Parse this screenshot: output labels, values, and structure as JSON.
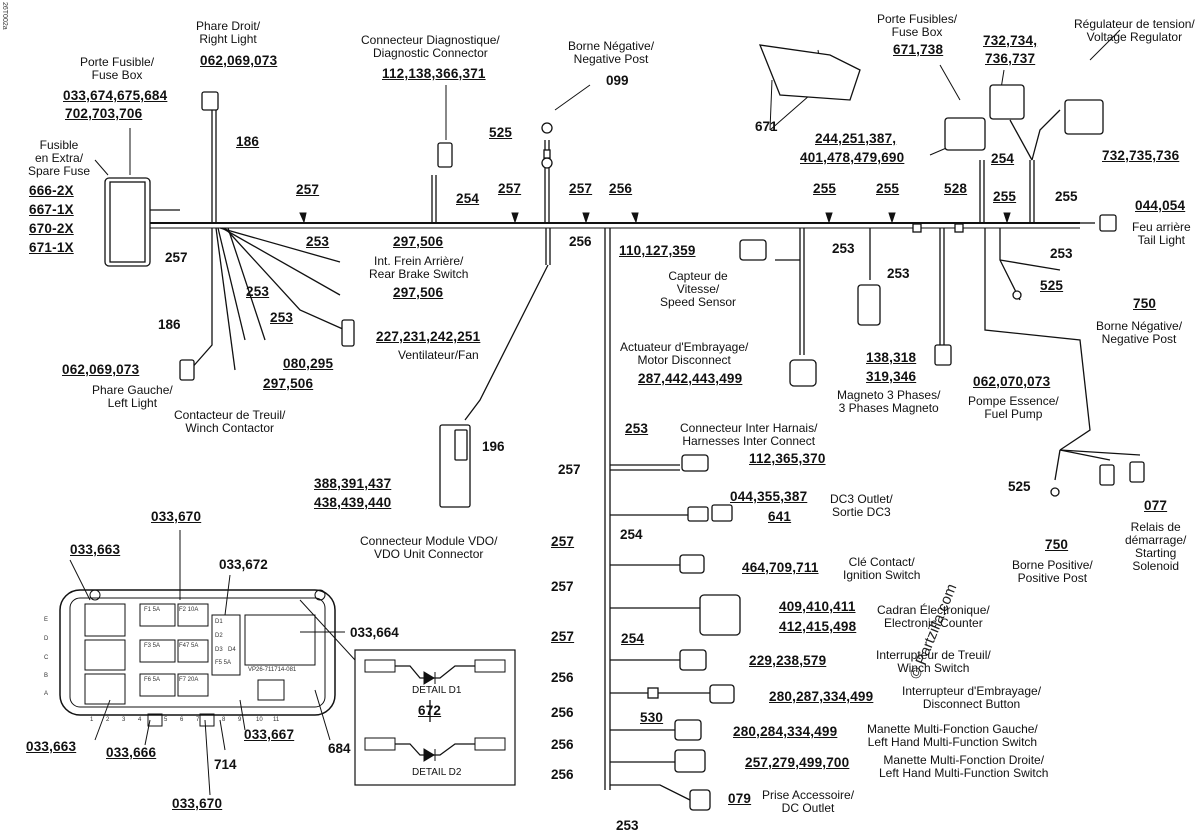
{
  "doc_code": "26T002a",
  "watermark": "© Partzilla.com",
  "title_labels": {
    "phare_droit": [
      "Phare Droit/",
      "Right Light"
    ],
    "porte_fusible": [
      "Porte Fusible/",
      "Fuse Box"
    ],
    "fusible_extra": [
      "Fusible",
      "en Extra/",
      "Spare Fuse"
    ],
    "connecteur_diag": [
      "Connecteur Diagnostique/",
      "Diagnostic Connector"
    ],
    "borne_neg_top": [
      "Borne Négative/",
      "Negative Post"
    ],
    "porte_fusibles_right": [
      "Porte Fusibles/",
      "Fuse Box"
    ],
    "regulateur": [
      "Régulateur de tension/",
      "Voltage Regulator"
    ],
    "feu_arriere": [
      "Feu arrière",
      "Tail Light"
    ],
    "borne_neg_right": [
      "Borne Négative/",
      "Negative Post"
    ],
    "int_frein": [
      "Int. Frein Arrière/",
      "Rear Brake Switch"
    ],
    "ventilateur": "Ventilateur/Fan",
    "phare_gauche": [
      "Phare Gauche/",
      "Left Light"
    ],
    "contacteur_treuil": [
      "Contacteur de Treuil/",
      "Winch Contactor"
    ],
    "capteur_vitesse": [
      "Capteur de",
      "Vitesse/",
      "Speed Sensor"
    ],
    "actuateur": [
      "Actuateur d'Embrayage/",
      "Motor Disconnect"
    ],
    "magneto": [
      "Magneto 3 Phases/",
      "3 Phases Magneto"
    ],
    "pompe": [
      "Pompe Essence/",
      "Fuel Pump"
    ],
    "connecteur_vdo": [
      "Connecteur Module VDO/",
      "VDO Unit Connector"
    ],
    "inter_harnais": [
      "Connecteur Inter Harnais/",
      "Harnesses Inter Connect"
    ],
    "dc3": [
      "DC3 Outlet/",
      "Sortie DC3"
    ],
    "cle_contact": [
      "Clé Contact/",
      "Ignition Switch"
    ],
    "cadran": [
      "Cadran Électronique/",
      "Electronic Counter"
    ],
    "inter_treuil": [
      "Interrupteur de Treuil/",
      "Winch Switch"
    ],
    "inter_embrayage": [
      "Interrupteur d'Embrayage/",
      "Disconnect Button"
    ],
    "manette_gauche": [
      "Manette Multi-Fonction Gauche/",
      "Left Hand Multi-Function Switch"
    ],
    "manette_droite": [
      "Manette Multi-Fonction Droite/",
      "Left Hand Multi-Function Switch"
    ],
    "prise_acc": [
      "Prise Accessoire/",
      "DC Outlet"
    ],
    "borne_pos": [
      "Borne Positive/",
      "Positive Post"
    ],
    "relais": [
      "Relais de",
      "démarrage/",
      "Starting",
      "Solenoid"
    ],
    "detail_d1": "DETAIL D1",
    "detail_d2": "DETAIL D2"
  },
  "part_numbers": {
    "phare_droit": "062,069,073",
    "porte_fusible": [
      "033,674,675,684",
      "702,703,706"
    ],
    "spare_fuse": [
      "666-2X",
      "667-1X",
      "670-2X",
      "671-1X"
    ],
    "connecteur_diag": "112,138,366,371",
    "borne_neg_top": "099",
    "porte_fusibles_right": "671,738",
    "regulateur_a": [
      "732,734,",
      "736,737"
    ],
    "regulateur_b": "732,735,736",
    "fusebox_bracket": "671",
    "relay_group": [
      "244,251,387,",
      "401,478,479,690"
    ],
    "feu_arriere": "044,054",
    "borne_neg_right": "750",
    "frein_1": "297,506",
    "frein_2": "297,506",
    "ventilateur": "227,231,242,251",
    "contact_sub": "080,295",
    "contact_main": "297,506",
    "phare_gauche": "062,069,073",
    "capteur_vitesse": "110,127,359",
    "actuateur": "287,442,443,499",
    "magneto": [
      "138,318",
      "319,346"
    ],
    "pompe": "062,070,073",
    "vdo": [
      "388,391,437",
      "438,439,440"
    ],
    "vdo_ref": "196",
    "inter_harnais": "112,365,370",
    "dc3_a": "044,355,387",
    "dc3_b": "641",
    "cle_contact": "464,709,711",
    "cadran": [
      "409,410,411",
      "412,415,498"
    ],
    "inter_treuil": "229,238,579",
    "inter_embrayage": "280,287,334,499",
    "manette_gauche": "280,284,334,499",
    "manette_droite": "257,279,499,700",
    "prise_acc": "079",
    "borne_pos": "750",
    "relais": "077",
    "relais_525": "525",
    "detail_672": "672",
    "fusebox_033670_top": "033,670",
    "fusebox_033663_top": "033,663",
    "fusebox_033672": "033,672",
    "fusebox_033664": "033,664",
    "fusebox_033663_bot": "033,663",
    "fusebox_033666": "033,666",
    "fusebox_033667": "033,667",
    "fusebox_714": "714",
    "fusebox_684": "684",
    "fusebox_033670_bot": "033,670"
  },
  "wire_numbers": {
    "w186_top": "186",
    "w257_main": "257",
    "w254_diag": "254",
    "w257_a": "257",
    "w257_b": "257",
    "w256_a": "256",
    "w255_a": "255",
    "w255_b": "255",
    "w528": "528",
    "w254_r": "254",
    "w255_c": "255",
    "w255_d": "255",
    "w253_r": "253",
    "w525_top": "525",
    "w525_r": "525",
    "w257_left": "257",
    "w253_a": "253",
    "w253_b": "253",
    "w253_c": "253",
    "w186_left": "186",
    "w256_b": "256",
    "w253_cap": "253",
    "w253_mag": "253",
    "w253_ih": "253",
    "w257_ih": "257",
    "w254_cle": "254",
    "w254_cad": "254",
    "w257_l1": "257",
    "w257_l2": "257",
    "w257_l3": "257",
    "w256_l1": "256",
    "w256_l2": "256",
    "w256_l3": "256",
    "w256_l4": "256",
    "w530": "530",
    "w253_bottom": "253",
    "w525_bl": "525"
  },
  "fuse_box_detail": {
    "fuses": [
      "F1 5A",
      "F3 5A",
      "F47 5A",
      "F6 5A",
      "F5 5A",
      "F7 20A",
      "F2 10A"
    ],
    "columns": [
      "1",
      "2",
      "3",
      "4",
      "5",
      "6",
      "7",
      "8",
      "9",
      "10",
      "11"
    ],
    "rows": [
      "E",
      "D",
      "C",
      "B",
      "A"
    ],
    "relay_labels": [
      "D1",
      "D2",
      "D3",
      "D4"
    ],
    "part_code": "VP26-711714-081"
  }
}
